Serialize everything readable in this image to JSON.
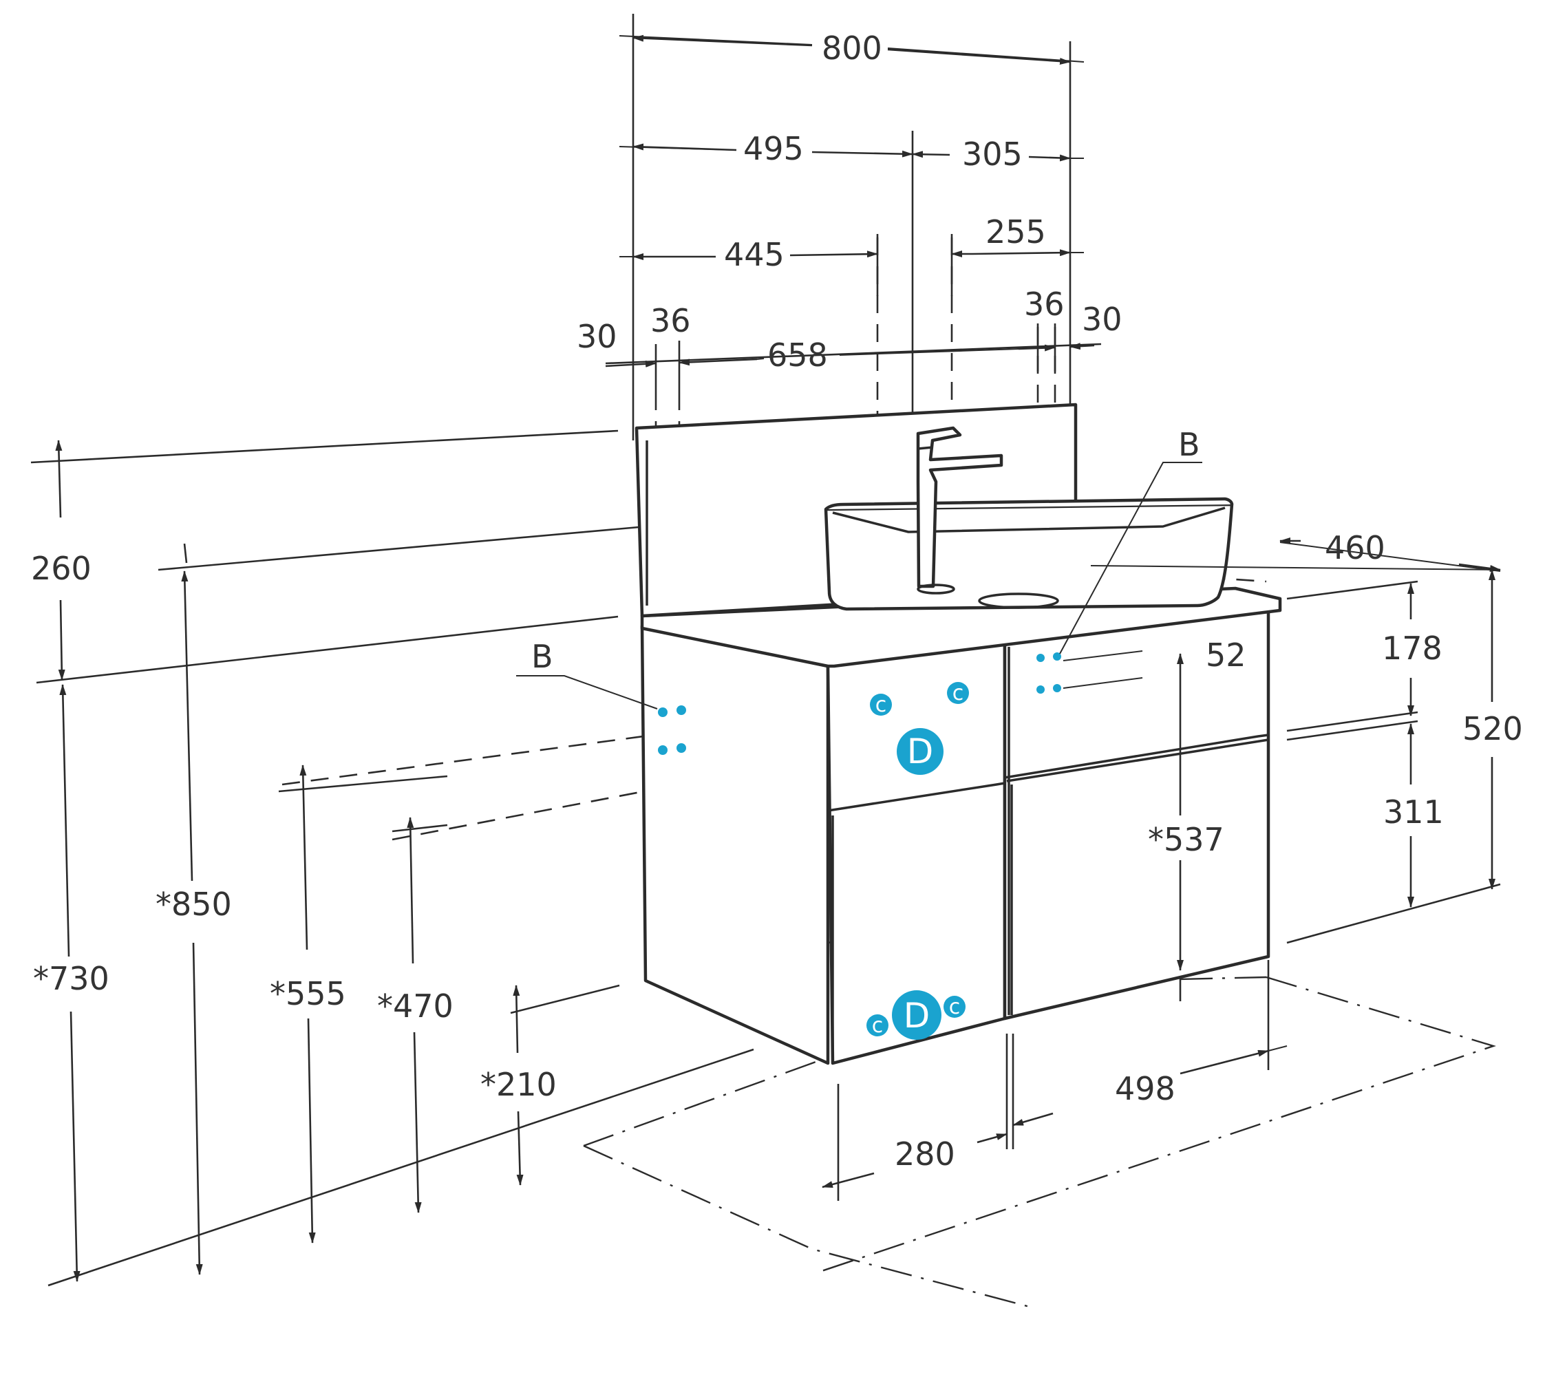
{
  "accent_color": "#1aa3cf",
  "line_color": "#2b2b2b",
  "dimensions": {
    "width_total": "800",
    "width_left": "495",
    "width_right": "305",
    "dist_left": "445",
    "dist_right": "255",
    "edge_left": "30",
    "edge_right": "30",
    "panel_left": "36",
    "panel_right": "36",
    "inner_width": "658",
    "depth": "460",
    "backsplash_height": "260",
    "height_850": "*850",
    "height_730": "*730",
    "height_555": "*555",
    "height_470": "*470",
    "height_210": "*210",
    "height_537": "*537",
    "side_178": "178",
    "side_52": "52",
    "side_520": "520",
    "side_311": "311",
    "floor_498": "498",
    "floor_280": "280"
  },
  "labels": {
    "mount_b_left": "B",
    "mount_b_right": "B",
    "water_c": "c",
    "drain_d": "D"
  }
}
